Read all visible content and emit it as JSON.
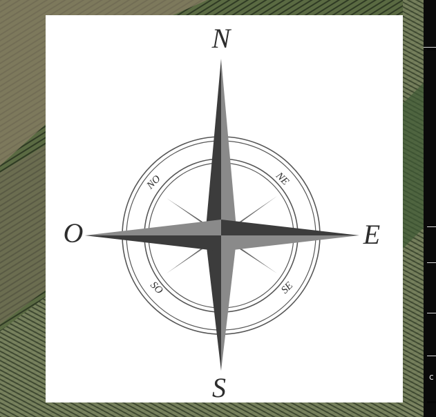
{
  "compass": {
    "north": "N",
    "south": "S",
    "east": "E",
    "west": "O",
    "northeast": "NE",
    "northwest": "NO",
    "southeast": "SE",
    "southwest": "SO"
  },
  "side_strip": {
    "label": "c"
  },
  "colors": {
    "star_dark": "#3c3c3c",
    "star_light": "#8a8a8a",
    "ring": "#555555",
    "panel": "#ffffff"
  }
}
